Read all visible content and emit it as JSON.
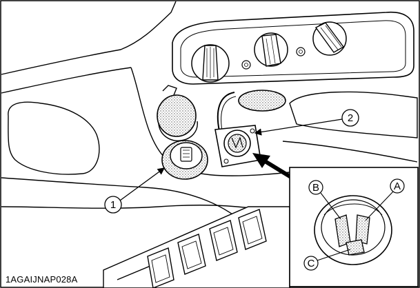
{
  "figure": {
    "image_code": "1AGAIJNAP028A",
    "callouts": {
      "socket_1": "1",
      "socket_2": "2"
    },
    "inset_labels": {
      "a": "A",
      "b": "B",
      "c": "C"
    }
  }
}
